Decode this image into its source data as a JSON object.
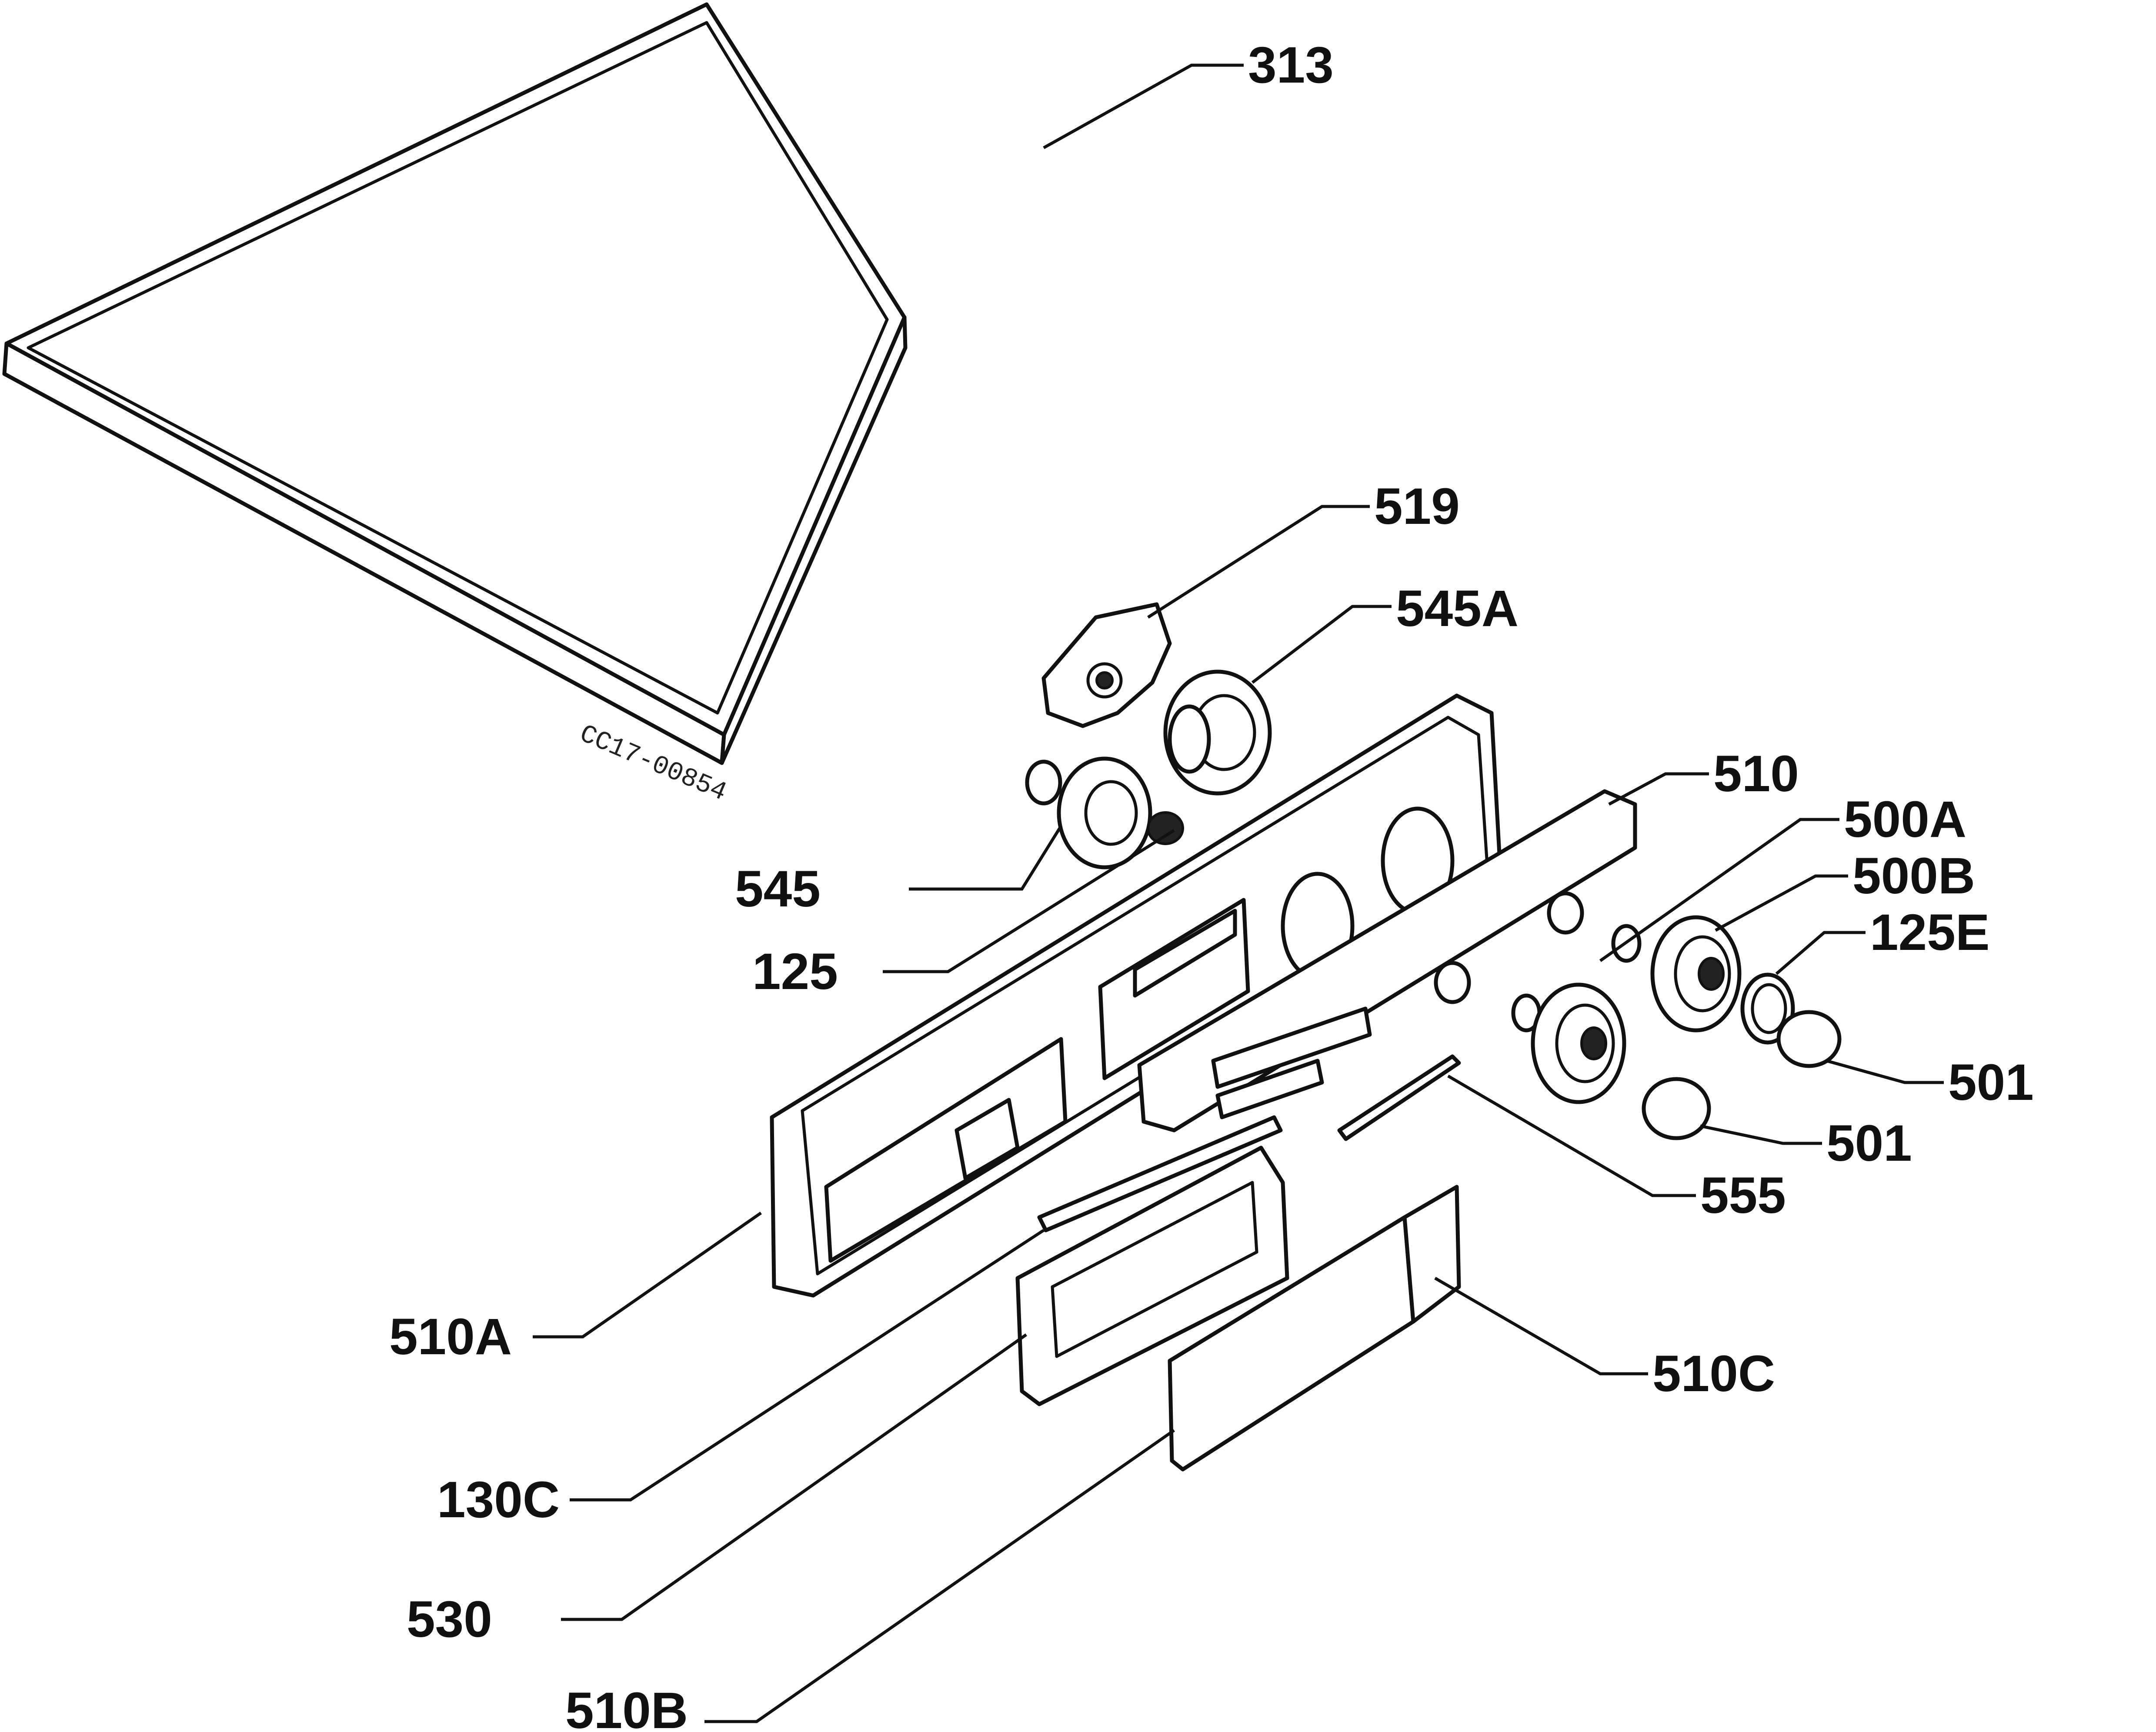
{
  "drawing_code": "CC17-00854",
  "labels": {
    "l313": "313",
    "l519": "519",
    "l545a": "545A",
    "l510": "510",
    "l500a": "500A",
    "l500b": "500B",
    "l125e": "125E",
    "l545": "545",
    "l125": "125",
    "l501a": "501",
    "l501b": "501",
    "l555": "555",
    "l510a": "510A",
    "l510c": "510C",
    "l130c": "130C",
    "l530": "530",
    "l510b": "510B"
  }
}
